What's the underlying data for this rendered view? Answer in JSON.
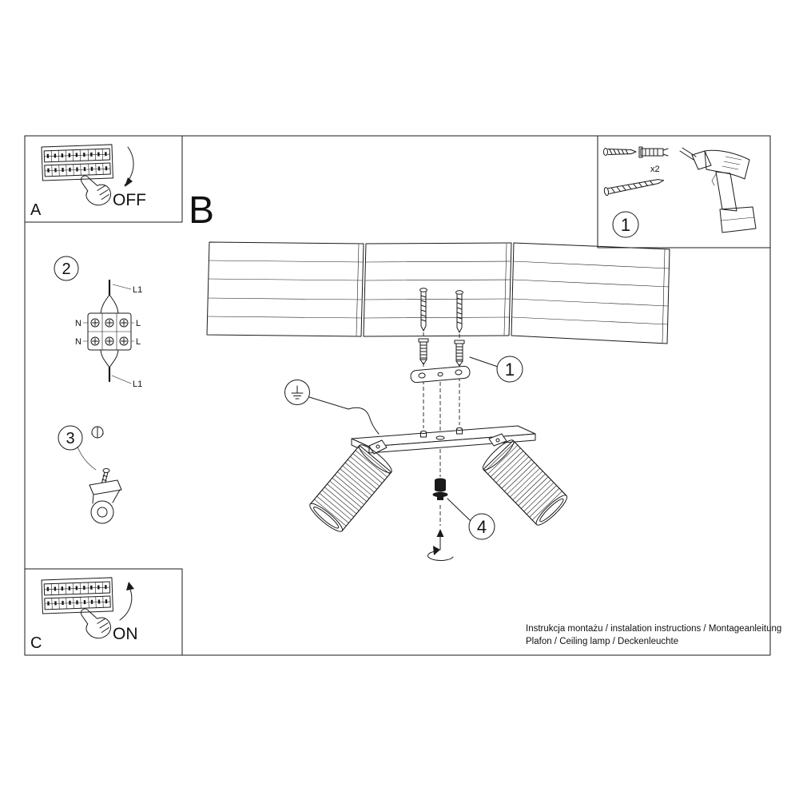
{
  "panel_a": {
    "label": "A",
    "state_label": "OFF"
  },
  "panel_b": {
    "label": "B"
  },
  "panel_c": {
    "label": "C",
    "state_label": "ON"
  },
  "hardware_panel": {
    "step_number": "1",
    "screw_quantity": "x2"
  },
  "wiring_step": {
    "step_number": "2",
    "labels": {
      "cable_top": "L1",
      "row1_left": "N",
      "row1_right": "L",
      "row2_left": "N",
      "row2_right": "L",
      "cable_bottom": "L1"
    }
  },
  "ground_step": {
    "step_number": "3"
  },
  "mounting": {
    "anchor_step_number": "1",
    "adjust_step_number": "4"
  },
  "footer": {
    "line1": "Instrukcja montażu / instalation instructions / Montageanleitung",
    "line2": "Plafon / Ceiling lamp / Deckenleuchte"
  },
  "icons": {
    "hand": "pointing-hand",
    "arrow_off": "curved-arrow-down",
    "arrow_on": "curved-arrow-up",
    "drill": "power-drill",
    "screw": "screw",
    "wall_plug": "wall-plug-anchor",
    "ground": "earth-ground-symbol",
    "rotation": "rotate-arrow"
  },
  "colors": {
    "line": "#1a1a1a",
    "background": "#ffffff"
  }
}
